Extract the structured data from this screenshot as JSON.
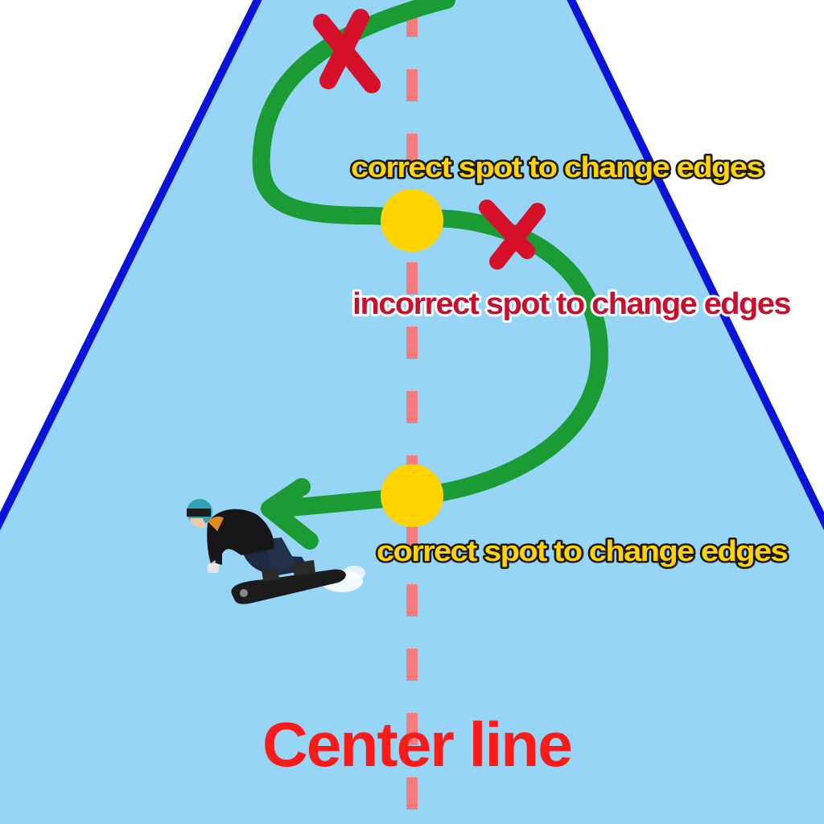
{
  "labels": {
    "correct_top": "correct spot to change edges",
    "incorrect": "incorrect spot to change edges",
    "correct_bottom": "correct spot to change edges",
    "center_line": "Center line"
  },
  "colors": {
    "slope": "#97d5f6",
    "slope_edge": "#0a14d6",
    "center_line": "#f47c7c",
    "path": "#1a9b34",
    "correct_marker": "#ffd400",
    "incorrect_marker": "#d6102a",
    "correct_text": "#ffd400",
    "incorrect_text": "#c8102e",
    "title_text": "#ff1a1a"
  },
  "icons": {
    "correct_marker": "yellow-dot",
    "incorrect_marker": "red-x",
    "direction": "arrow-left",
    "rider": "snowboarder"
  }
}
